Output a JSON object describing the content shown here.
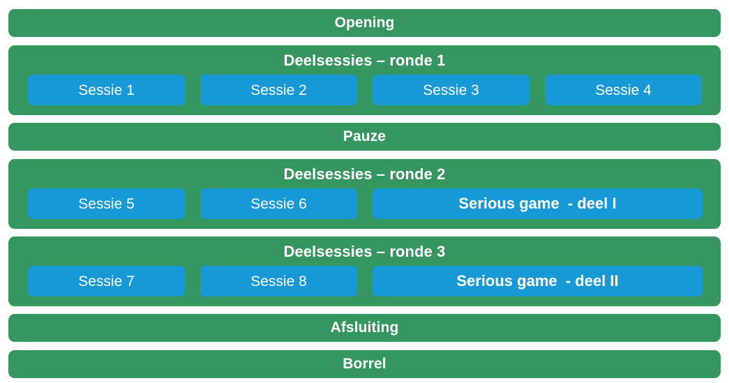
{
  "colors": {
    "band_green": "#35965f",
    "session_blue": "#1799d6",
    "text_white": "#ffffff",
    "background": "#ffffff"
  },
  "agenda": {
    "bands": [
      {
        "id": "opening",
        "title": "Opening",
        "type": "simple",
        "sessions": []
      },
      {
        "id": "ronde-1",
        "title": "Deelsessies – ronde 1",
        "type": "round",
        "sessions": [
          {
            "label": "Sessie 1",
            "bold": false
          },
          {
            "label": "Sessie 2",
            "bold": false
          },
          {
            "label": "Sessie 3",
            "bold": false
          },
          {
            "label": "Sessie 4",
            "bold": false
          }
        ]
      },
      {
        "id": "pauze",
        "title": "Pauze",
        "type": "simple",
        "sessions": []
      },
      {
        "id": "ronde-2",
        "title": "Deelsessies – ronde 2",
        "type": "round",
        "sessions": [
          {
            "label": "Sessie 5",
            "bold": false
          },
          {
            "label": "Sessie 6",
            "bold": false
          },
          {
            "label": "Serious game  - deel I",
            "bold": true
          }
        ]
      },
      {
        "id": "ronde-3",
        "title": "Deelsessies – ronde 3",
        "type": "round",
        "sessions": [
          {
            "label": "Sessie 7",
            "bold": false
          },
          {
            "label": "Sessie 8",
            "bold": false
          },
          {
            "label": "Serious game  - deel II",
            "bold": true
          }
        ]
      },
      {
        "id": "afsluiting",
        "title": "Afsluiting",
        "type": "simple",
        "sessions": []
      },
      {
        "id": "borrel",
        "title": "Borrel",
        "type": "simple",
        "sessions": []
      }
    ]
  }
}
